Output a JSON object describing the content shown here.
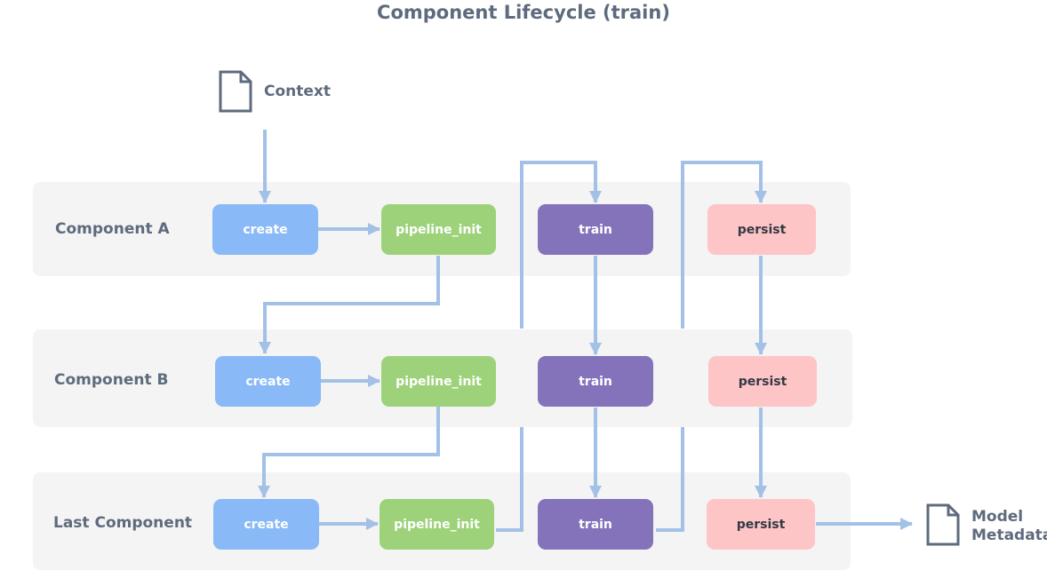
{
  "title": "Component Lifecycle (train)",
  "lanes": [
    {
      "label": "Component A"
    },
    {
      "label": "Component B"
    },
    {
      "label": "Last Component"
    }
  ],
  "steps": {
    "create": "create",
    "pipeline_init": "pipeline_init",
    "train": "train",
    "persist": "persist"
  },
  "input_doc": {
    "label": "Context",
    "icon": "document-icon"
  },
  "output_doc": {
    "line1": "Model",
    "line2": "Metadata",
    "icon": "document-icon"
  },
  "colors": {
    "create": "#8ab9f7",
    "pipeline_init": "#9dd27a",
    "train": "#8473bb",
    "persist": "#fec5c7",
    "arrow": "#a3c1e6",
    "lane_bg": "#f4f4f4",
    "text": "#5e6b7d"
  }
}
